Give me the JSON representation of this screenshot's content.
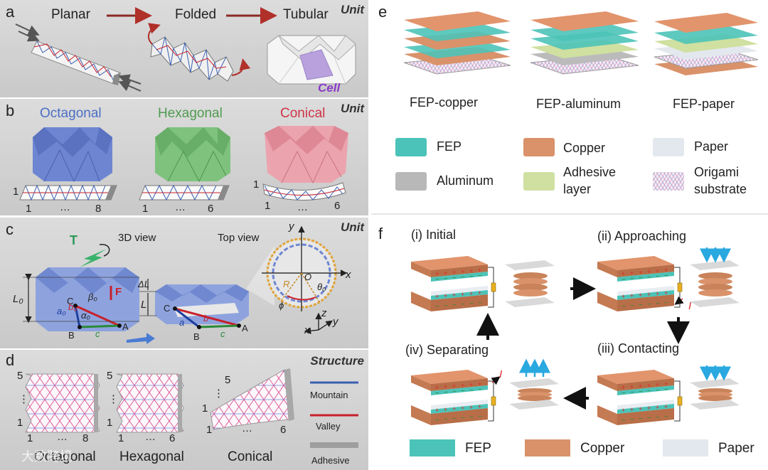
{
  "panel_a": {
    "letter": "a",
    "tag": "Unit",
    "steps": [
      "Planar",
      "Folded",
      "Tubular"
    ],
    "cell_label": "Cell"
  },
  "panel_b": {
    "letter": "b",
    "tag": "Unit",
    "shapes": [
      {
        "name": "Octagonal",
        "color": "#5a78c8",
        "first": "1",
        "ellipsis": "…",
        "last": "8"
      },
      {
        "name": "Hexagonal",
        "color": "#5faa5f",
        "first": "1",
        "ellipsis": "…",
        "last": "6"
      },
      {
        "name": "Conical",
        "color": "#d4455a",
        "first": "1",
        "ellipsis": "…",
        "last": "6"
      }
    ],
    "row_label": "1"
  },
  "panel_c": {
    "letter": "c",
    "tag": "Unit",
    "view_3d": "3D view",
    "view_top": "Top view",
    "sym_T": "T",
    "sym_F": "F",
    "labels": {
      "L0": "L₀",
      "dL": "ΔL",
      "L": "L",
      "C": "C",
      "B": "B",
      "A": "A",
      "a0": "a₀",
      "b0": "b₀",
      "c": "c",
      "alpha0": "α₀",
      "beta0": "β₀",
      "a": "a",
      "b": "b",
      "R": "R",
      "O": "O",
      "theta0": "θ₀",
      "phi": "ϕ",
      "x": "x",
      "y": "y",
      "z": "z"
    }
  },
  "panel_d": {
    "letter": "d",
    "tag": "Structure",
    "patterns": [
      {
        "name": "Octagonal",
        "top": "5",
        "mid": "⋮",
        "row1": "1",
        "col1": "1",
        "dots": "…",
        "last": "8"
      },
      {
        "name": "Hexagonal",
        "top": "5",
        "mid": "⋮",
        "row1": "1",
        "col1": "1",
        "dots": "…",
        "last": "6"
      },
      {
        "name": "Conical",
        "top": "5",
        "mid": "⋮",
        "row1": "1",
        "col1": "1",
        "dots": "…",
        "last": "6"
      }
    ],
    "legend": [
      {
        "label": "Mountain",
        "color": "#3a5fb0"
      },
      {
        "label": "Valley",
        "color": "#c8202a"
      },
      {
        "label": "Adhesive",
        "color": "#9e9e9e"
      }
    ],
    "watermark": "大数跨境"
  },
  "panel_e": {
    "letter": "e",
    "stacks": [
      "FEP-copper",
      "FEP-aluminum",
      "FEP-paper"
    ],
    "legend": [
      {
        "label": "FEP",
        "color": "#4cc3b8"
      },
      {
        "label": "Copper",
        "color": "#d9926a"
      },
      {
        "label": "Paper",
        "color": "#e3e8ee"
      },
      {
        "label": "Aluminum",
        "color": "#b8b8b8"
      },
      {
        "label": "Adhesive\nlayer",
        "line1": "Adhesive",
        "line2": "layer",
        "color": "#cfe0a0"
      },
      {
        "label": "Origami\nsubstrate",
        "line1": "Origami",
        "line2": "substrate",
        "color": "#e8dce8"
      }
    ]
  },
  "panel_f": {
    "letter": "f",
    "stages": [
      "(i) Initial",
      "(ii) Approaching",
      "(iii) Contacting",
      "(iv) Separating"
    ],
    "current": "I",
    "legend": [
      {
        "label": "FEP",
        "color": "#4cc3b8"
      },
      {
        "label": "Copper",
        "color": "#d9926a"
      },
      {
        "label": "Paper",
        "color": "#e3e8ee"
      }
    ]
  }
}
